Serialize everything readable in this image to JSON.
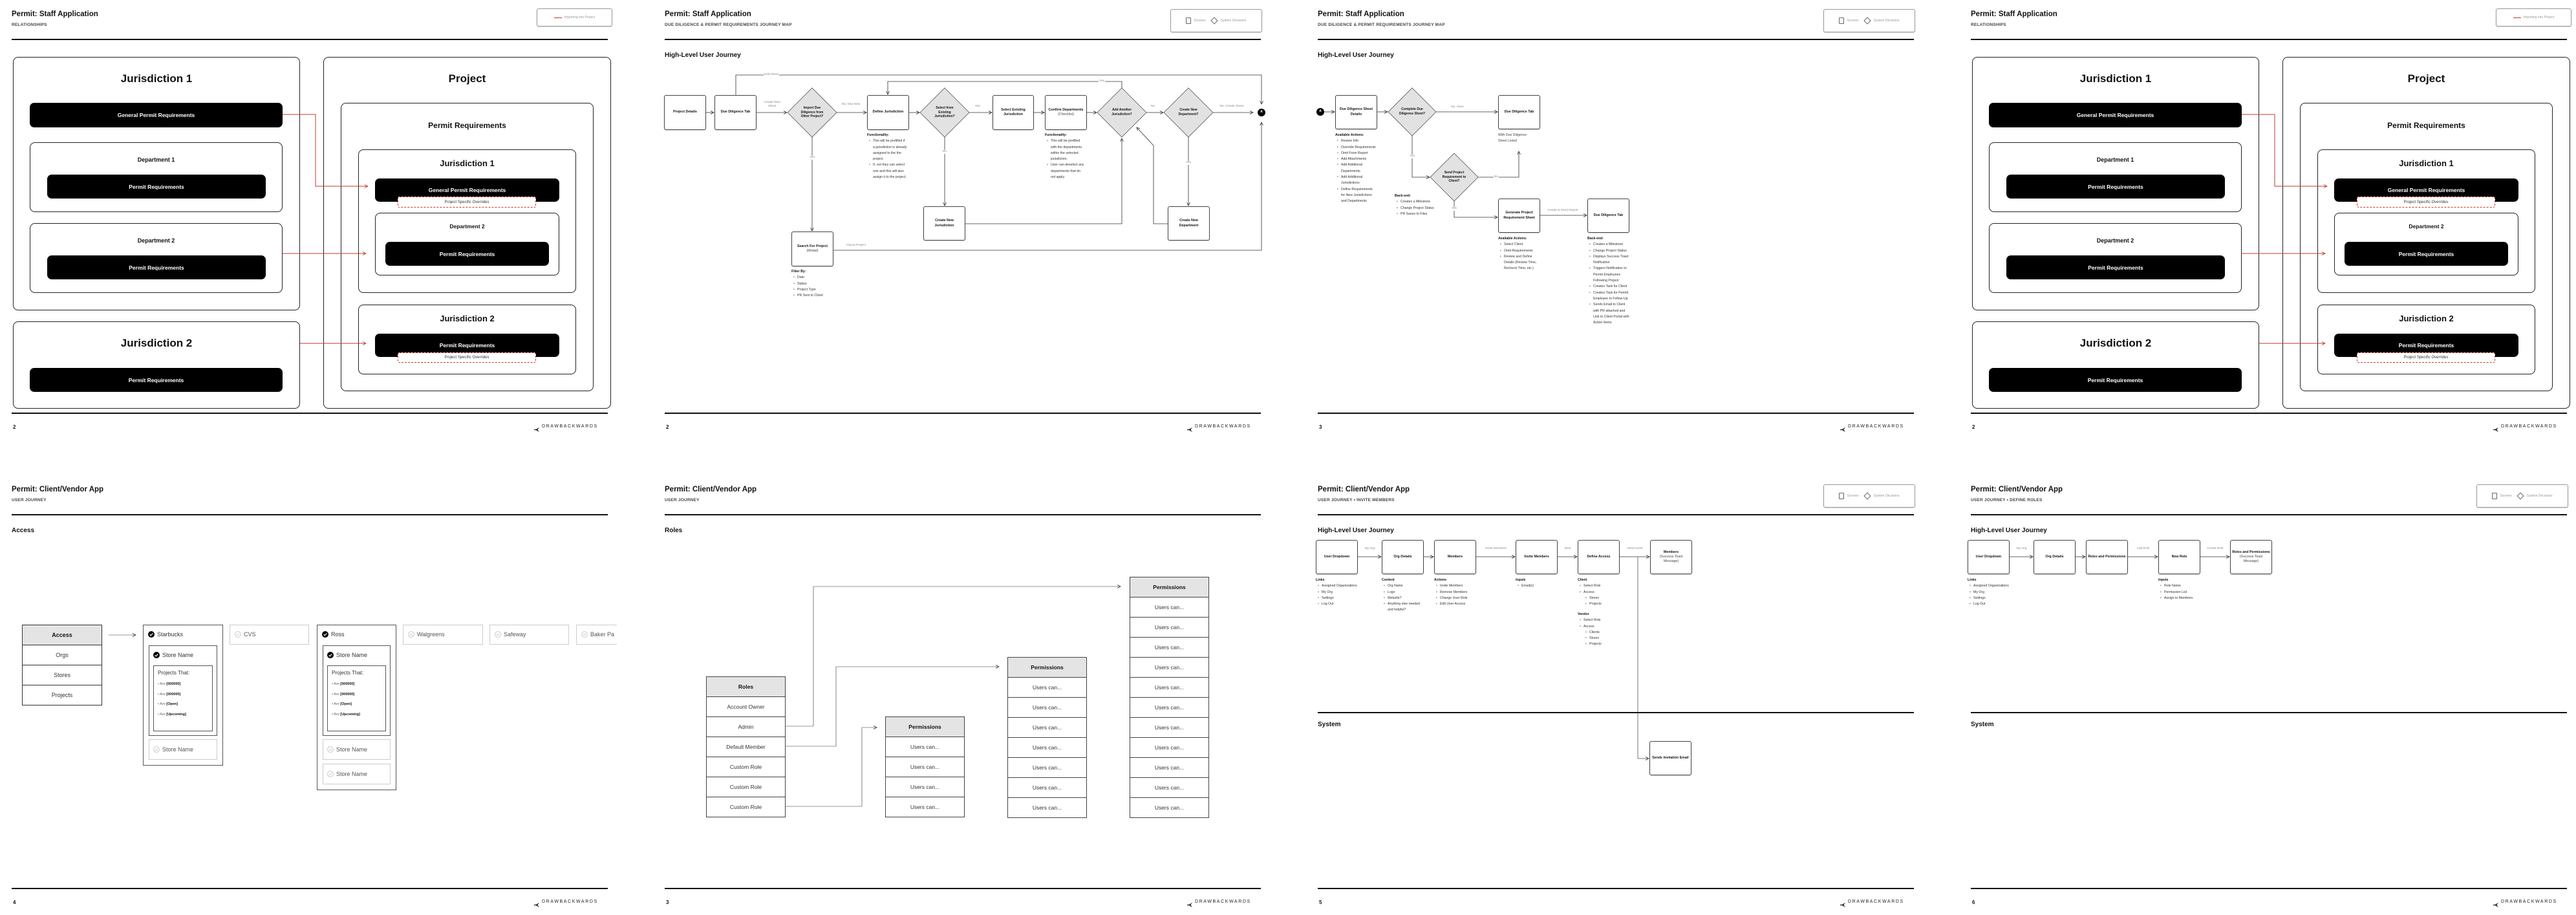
{
  "brand": "DRAWBACKWARDS",
  "colors": {
    "import_arrow": "#c0392b",
    "decision_fill": "#e2e2e2",
    "header_fill": "#e4e4e4"
  },
  "slides": [
    {
      "title": "Permit: Staff Application",
      "subtitle": "RELATIONSHIPS",
      "page": "2",
      "legend": {
        "import_label": "Importing into Project"
      },
      "jurisdiction_1": {
        "title": "Jurisdiction 1",
        "general": "General Permit Requirements",
        "departments": [
          {
            "title": "Department 1",
            "req": "Permit Requirements"
          },
          {
            "title": "Department 2",
            "req": "Permit Requirements"
          }
        ]
      },
      "jurisdiction_2": {
        "title": "Jurisdiction 2",
        "req": "Permit Requirements"
      },
      "project": {
        "title": "Project",
        "section": "Permit Requirements",
        "jurisdiction_1": {
          "title": "Jurisdiction 1",
          "general": "General Permit Requirements",
          "overrides": "Project Specific Overrides",
          "department": {
            "title": "Department 2",
            "req": "Permit Requirements"
          }
        },
        "jurisdiction_2": {
          "title": "Jurisdiction 2",
          "req": "Permit Requirements",
          "overrides": "Project Specific Overrides"
        }
      }
    },
    {
      "title": "Permit: Staff Application",
      "subtitle": "DUE DILIGENCE & PERMIT REQUIREMENTS JOURNEY MAP",
      "page": "2",
      "legend": {
        "screens": "Screens",
        "decisions": "System Decisions"
      },
      "section": "High-Level User Journey",
      "nodes": {
        "project_details": "Project Details",
        "dd_tab": "Due Diligence Tab",
        "import_q": "Import Due Diligence from Other Project?",
        "define_jur": "Define Jurisdiction",
        "select_q": "Select from Existing Jurisdiction?",
        "select_existing": "Select Existing Jurisdiction",
        "confirm": "Confirm Departments",
        "confirm_sub": "(Checklist)",
        "add_q": "Add Another Jurisdiction?",
        "dept_q": "Create New Department?",
        "end_marker": "A",
        "search": "Search For Project",
        "search_sub": "(Modal)",
        "create_jur": "Create New Jurisdiction",
        "create_dept": "Create New Department"
      },
      "edges": {
        "edit_sheet": "Edit Sheet",
        "create_new_sheet": "Create New Sheet",
        "no_start_new": "No, Star New",
        "yes_select": "Yes",
        "yes_add": "Yes",
        "no_add": "No",
        "no_create_sheet": "No, Create Sheet",
        "yes_import": "Yes",
        "no_select": "No",
        "yes_dept": "Yes",
        "import_project": "Import Project"
      },
      "notes": {
        "define_jur": {
          "heading": "Functionality:",
          "items": [
            "This will be prefilled if a jurisdiction is already assigned to the the project.",
            "If, not they can select one and this will also assign it to the project."
          ]
        },
        "confirm": {
          "heading": "Functionality:",
          "items": [
            "This will be prefilled with the departments within the selected jurisdiction.",
            "User can deselect any departments that do not apply."
          ]
        },
        "search": {
          "heading": "Filter By:",
          "items": [
            "Date",
            "Status",
            "Project Type",
            "PR Sent to Client"
          ]
        }
      }
    },
    {
      "title": "Permit: Staff Application",
      "subtitle": "DUE DILIGENCE & PERMIT REQUIREMENTS JOURNEY MAP",
      "page": "3",
      "legend": {
        "screens": "Screens",
        "decisions": "System Decisions"
      },
      "section": "High-Level User Journey",
      "nodes": {
        "start_marker": "A",
        "dd_sheet": "Due Diligence Sheet Details",
        "complete_q": "Complete Due Diligence Sheet?",
        "dd_tab": "Due Diligence Tab",
        "send_q": "Send Project Requirement to Client?",
        "generate": "Generate Project Requirement Sheet",
        "dd_tab_2": "Due Diligence Tab"
      },
      "edges": {
        "no_save": "No, Save",
        "yes_complete": "Yes",
        "no_send": "No",
        "yes_send": "Yes",
        "create_send": "Create & Send Report"
      },
      "notes": {
        "dd_tab_note": "With Due Diligence Sheet Listed",
        "sheet_actions": {
          "heading": "Available Actions:",
          "items": [
            "Review Info",
            "Override Requirements",
            "Omit From Report",
            "Add Attachments",
            "Add Additional Departments",
            "Add Additional Jurisdictions",
            "Define Requirements for New Jurisdictions and Departments"
          ]
        },
        "backend_1": {
          "heading": "Back-end:",
          "items": [
            "Creates a Milestone",
            "Change Project Status",
            "PR Saves to Files"
          ]
        },
        "generate_actions": {
          "heading": "Available Actions:",
          "items": [
            "Select Client",
            "Omit Requirements",
            "Review and Define Details (Review Time, Recheck Time, etc.)"
          ]
        },
        "backend_2": {
          "heading": "Back-end:",
          "items": [
            "Creates a Milestone",
            "Change Project Status",
            "Displays Success Toast Notification",
            "Triggers Notification to Permit Employees Following Project",
            "Creates Task for Client",
            "Creates Task for Permit Employee to Follow-Up",
            "Sends Email to Client with PR attached and Link to Client Portal with Action Items"
          ]
        }
      }
    },
    {
      "title": "Permit: Staff Application",
      "subtitle": "RELATIONSHIPS",
      "page": "2",
      "legend": {
        "import_label": "Importing into Project"
      },
      "jurisdiction_1": {
        "title": "Jurisdiction 1",
        "general": "General Permit Requirements",
        "departments": [
          {
            "title": "Department 1",
            "req": "Permit Requirements"
          },
          {
            "title": "Department 2",
            "req": "Permit Requirements"
          }
        ]
      },
      "jurisdiction_2": {
        "title": "Jurisdiction 2",
        "req": "Permit Requirements"
      },
      "project": {
        "title": "Project",
        "section": "Permit Requirements",
        "jurisdiction_1": {
          "title": "Jurisdiction 1",
          "general": "General Permit Requirements",
          "overrides": "Project Specific Overrides",
          "department": {
            "title": "Department 2",
            "req": "Permit Requirements"
          }
        },
        "jurisdiction_2": {
          "title": "Jurisdiction 2",
          "req": "Permit Requirements",
          "overrides": "Project Specific Overrides"
        }
      }
    },
    {
      "title": "Permit: Client/Vendor App",
      "subtitle": "USER JOURNEY",
      "page": "4",
      "section": "Access",
      "menu": [
        "Access",
        "Orgs",
        "Stores",
        "Projects"
      ],
      "active_menu": "Access",
      "orgs": [
        {
          "name": "Starbucks",
          "checked": true,
          "stores": [
            {
              "name": "Store Name",
              "checked": true,
              "projects_heading": "Projects That:",
              "criteria": [
                {
                  "prefix": "Are",
                  "value": "[000000]"
                },
                {
                  "prefix": "Are",
                  "value": "[000000]"
                },
                {
                  "prefix": "Are",
                  "value": "[Open]"
                },
                {
                  "prefix": "Are",
                  "value": "[Upcoming]"
                }
              ]
            },
            {
              "name": "Store Name",
              "checked": false
            }
          ]
        },
        {
          "name": "CVS",
          "checked": false
        },
        {
          "name": "Ross",
          "checked": true,
          "stores": [
            {
              "name": "Store Name",
              "checked": true,
              "projects_heading": "Projects That:",
              "criteria": [
                {
                  "prefix": "Are",
                  "value": "[000000]"
                },
                {
                  "prefix": "Are",
                  "value": "[000000]"
                },
                {
                  "prefix": "Are",
                  "value": "[Open]"
                },
                {
                  "prefix": "Are",
                  "value": "[Upcoming]"
                }
              ]
            },
            {
              "name": "Store Name",
              "checked": false
            },
            {
              "name": "Store Name",
              "checked": false
            }
          ]
        },
        {
          "name": "Walgreens",
          "checked": false
        },
        {
          "name": "Safeway",
          "checked": false
        },
        {
          "name": "Baker Pa",
          "checked": false
        }
      ]
    },
    {
      "title": "Permit: Client/Vendor App",
      "subtitle": "USER JOURNEY",
      "page": "3",
      "section": "Roles",
      "roles": {
        "header": "Roles",
        "items": [
          "Account Owner",
          "Admin",
          "Default Member",
          "Custom Role",
          "Custom Role",
          "Custom Role"
        ]
      },
      "permissions": [
        {
          "header": "Permissions",
          "items": [
            "Users can...",
            "Users can...",
            "Users can...",
            "Users can..."
          ]
        },
        {
          "header": "Permissions",
          "items": [
            "Users can...",
            "Users can...",
            "Users can...",
            "Users can...",
            "Users can...",
            "Users can...",
            "Users can..."
          ]
        },
        {
          "header": "Permissions",
          "items": [
            "Users can...",
            "Users can...",
            "Users can...",
            "Users can...",
            "Users can...",
            "Users can...",
            "Users can...",
            "Users can...",
            "Users can...",
            "Users can...",
            "Users can..."
          ]
        }
      ]
    },
    {
      "title": "Permit: Client/Vendor App",
      "subtitle": "USER JOURNEY • INVITE MEMBERS",
      "page": "5",
      "legend": {
        "screens": "Screens",
        "decisions": "System Decisions"
      },
      "section": "High-Level User Journey",
      "system_section": "System",
      "nodes": [
        {
          "label": "User Dropdown"
        },
        {
          "label": "Org Details"
        },
        {
          "label": "Members"
        },
        {
          "label": "Invite Members"
        },
        {
          "label": "Define Access"
        },
        {
          "label": "Members",
          "sub": "(Success Toast Message)"
        }
      ],
      "edges": [
        "My Org",
        "",
        "Invite Members",
        "Next",
        "Send Invite"
      ],
      "system_node": "Sends Invitation Email",
      "notes": [
        {
          "heading": "Links",
          "items": [
            "Assigned Organizations",
            "My Org",
            "Settings",
            "Log Out"
          ]
        },
        {
          "heading": "Content",
          "items": [
            "Org Name",
            "Logo",
            "Website?",
            "Anything else needed and helpful?"
          ]
        },
        {
          "heading": "Actions",
          "items": [
            "Invite Members",
            "Remove Members",
            "Change User Role",
            "Edit User Access"
          ]
        },
        {
          "heading": "Inputs",
          "items": [
            "Email(s)"
          ]
        },
        {
          "heading": "Client",
          "items": [
            "Select Role",
            "Access"
          ],
          "sub_items": [
            "Stores",
            "Projects"
          ]
        },
        {
          "heading": "Vendor",
          "items": [
            "Select Role",
            "Access"
          ],
          "sub_items": [
            "Clients",
            "Stores",
            "Projects"
          ]
        }
      ]
    },
    {
      "title": "Permit: Client/Vendor App",
      "subtitle": "USER JOURNEY • DEFINE ROLES",
      "page": "6",
      "legend": {
        "screens": "Screens",
        "decisions": "System Decisions"
      },
      "section": "High-Level User Journey",
      "system_section": "System",
      "nodes": [
        {
          "label": "User Dropdown"
        },
        {
          "label": "Org Details"
        },
        {
          "label": "Roles and Permissions"
        },
        {
          "label": "New Role"
        },
        {
          "label": "Roles and Permissions",
          "sub": "(Success Toast Message)"
        }
      ],
      "edges": [
        "My Org",
        "",
        "Add Role",
        "Create Role"
      ],
      "notes": [
        {
          "heading": "Links",
          "items": [
            "Assigned Organizations",
            "My Org",
            "Settings",
            "Log Out"
          ]
        },
        {
          "heading": "Inputs",
          "items": [
            "Role Name",
            "Permission List",
            "Assign to Members"
          ]
        }
      ]
    }
  ]
}
